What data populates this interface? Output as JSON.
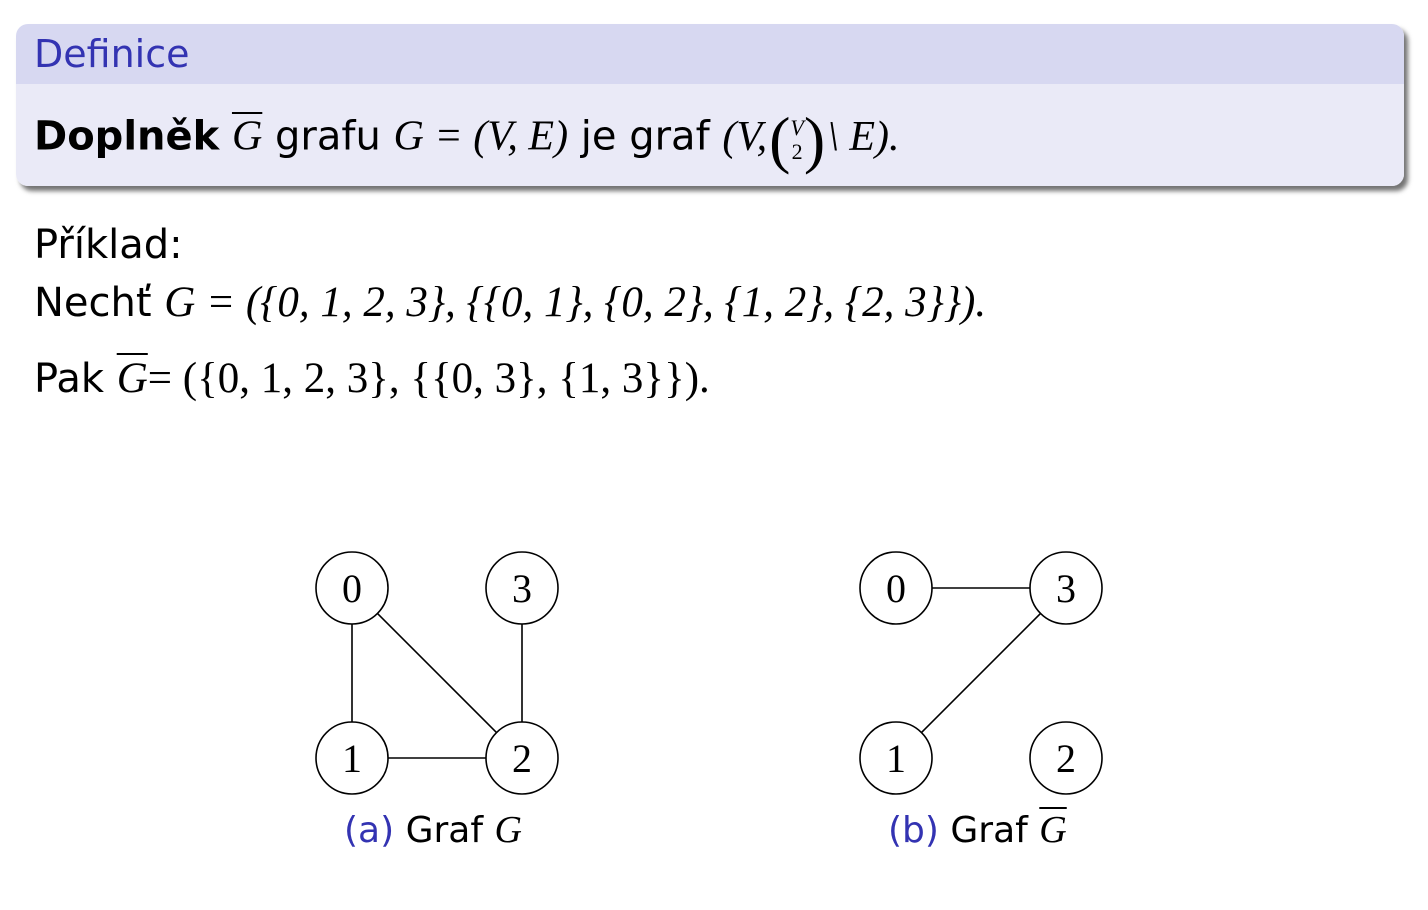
{
  "definition": {
    "title": "Definice",
    "term": "Doplněk",
    "symbol": "G",
    "text1": "grafu",
    "formula1": "G = (V, E)",
    "text2": "je graf",
    "formula2_open": "(V,",
    "binom_top": "V",
    "binom_bottom": "2",
    "formula2_close": "\\ E).",
    "binom_left": "(",
    "binom_right": ")"
  },
  "example": {
    "label": "Příklad:",
    "line1_prefix": "Nechť",
    "line1_math": "G = ({0, 1, 2, 3}, {{0, 1}, {0, 2}, {1, 2}, {2, 3}}).",
    "line2_prefix": "Pak",
    "line2_symbol": "G",
    "line2_math": "= ({0, 1, 2, 3}, {{0, 3}, {1, 3}})."
  },
  "graphs": [
    {
      "caption_label": "(a)",
      "caption_text": "Graf",
      "caption_symbol": "G",
      "nodes": [
        {
          "id": "0",
          "col": 0,
          "row": 0
        },
        {
          "id": "3",
          "col": 1,
          "row": 0
        },
        {
          "id": "1",
          "col": 0,
          "row": 1
        },
        {
          "id": "2",
          "col": 1,
          "row": 1
        }
      ],
      "edges": [
        [
          "0",
          "1"
        ],
        [
          "0",
          "2"
        ],
        [
          "1",
          "2"
        ],
        [
          "2",
          "3"
        ]
      ]
    },
    {
      "caption_label": "(b)",
      "caption_text": "Graf",
      "caption_symbol": "G",
      "nodes": [
        {
          "id": "0",
          "col": 0,
          "row": 0
        },
        {
          "id": "3",
          "col": 1,
          "row": 0
        },
        {
          "id": "1",
          "col": 0,
          "row": 1
        },
        {
          "id": "2",
          "col": 1,
          "row": 1
        }
      ],
      "edges": [
        [
          "0",
          "3"
        ],
        [
          "1",
          "3"
        ]
      ]
    }
  ]
}
